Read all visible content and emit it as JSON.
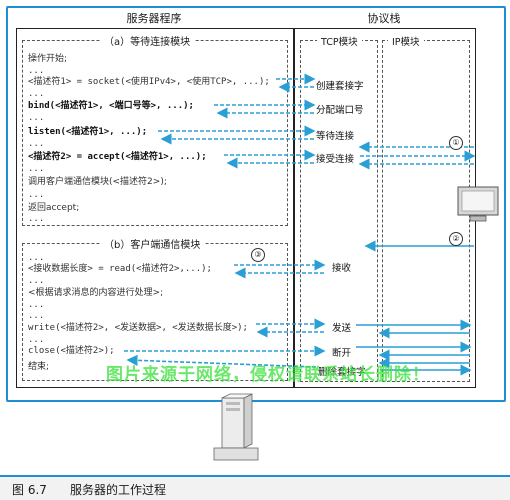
{
  "server_panel": {
    "title": "服务器程序"
  },
  "stack_panel": {
    "title": "协议栈",
    "tcp_label": "TCP模块",
    "ip_label": "IP模块"
  },
  "section_a": {
    "title": "（a）等待连接模块",
    "lines": [
      "操作开始;",
      "...",
      "<描述符1> = socket(<使用IPv4>, <使用TCP>, ...);",
      "...",
      "bind(<描述符1>, <端口号等>, ...);",
      "...",
      "listen(<描述符1>, ...);",
      "...",
      "<描述符2> = accept(<描述符1>, ...);",
      "...",
      "调用客户端通信模块(<描述符2>);",
      "...",
      "返回accept;",
      "..."
    ]
  },
  "section_b": {
    "title": "（b）客户端通信模块",
    "lines": [
      "...",
      "<接收数据长度> = read(<描述符2>,...);",
      "...",
      "<根据请求消息的内容进行处理>;",
      "...",
      "...",
      "write(<描述符2>, <发送数据>, <发送数据长度>);",
      "...",
      "close(<描述符2>);",
      "...",
      "结束;"
    ]
  },
  "tcp_ops": [
    "创建套接字",
    "分配端口号",
    "等待连接",
    "接受连接",
    "接收",
    "发送",
    "断开",
    "删除套接字"
  ],
  "markers": [
    "①",
    "②",
    "③"
  ],
  "watermark": "图片来源于网络，侵权请联系站长删除！",
  "colors": {
    "arrow": "#2a9fd6",
    "frame": "#222222",
    "watermark": "#40e240"
  },
  "caption": {
    "number": "图 6.7",
    "text": "服务器的工作过程"
  }
}
